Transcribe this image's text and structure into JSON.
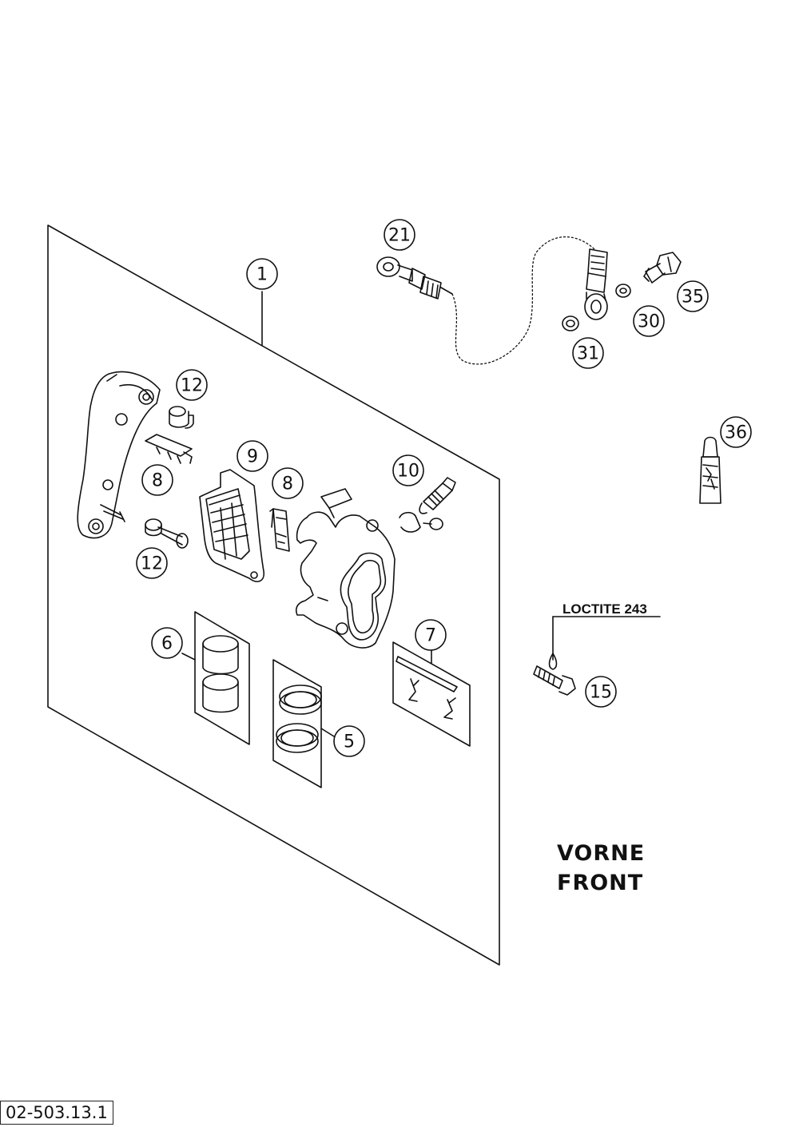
{
  "callouts": [
    "1",
    "5",
    "6",
    "7",
    "8",
    "8",
    "9",
    "10",
    "12",
    "12",
    "15",
    "21",
    "30",
    "31",
    "35",
    "36"
  ],
  "loctite_label": "LOCTITE 243",
  "orientation": {
    "line1": "VORNE",
    "line2": "FRONT"
  },
  "drawing_code": "02-503.13.1",
  "colors": {
    "ink": "#111111",
    "paper": "#ffffff"
  }
}
